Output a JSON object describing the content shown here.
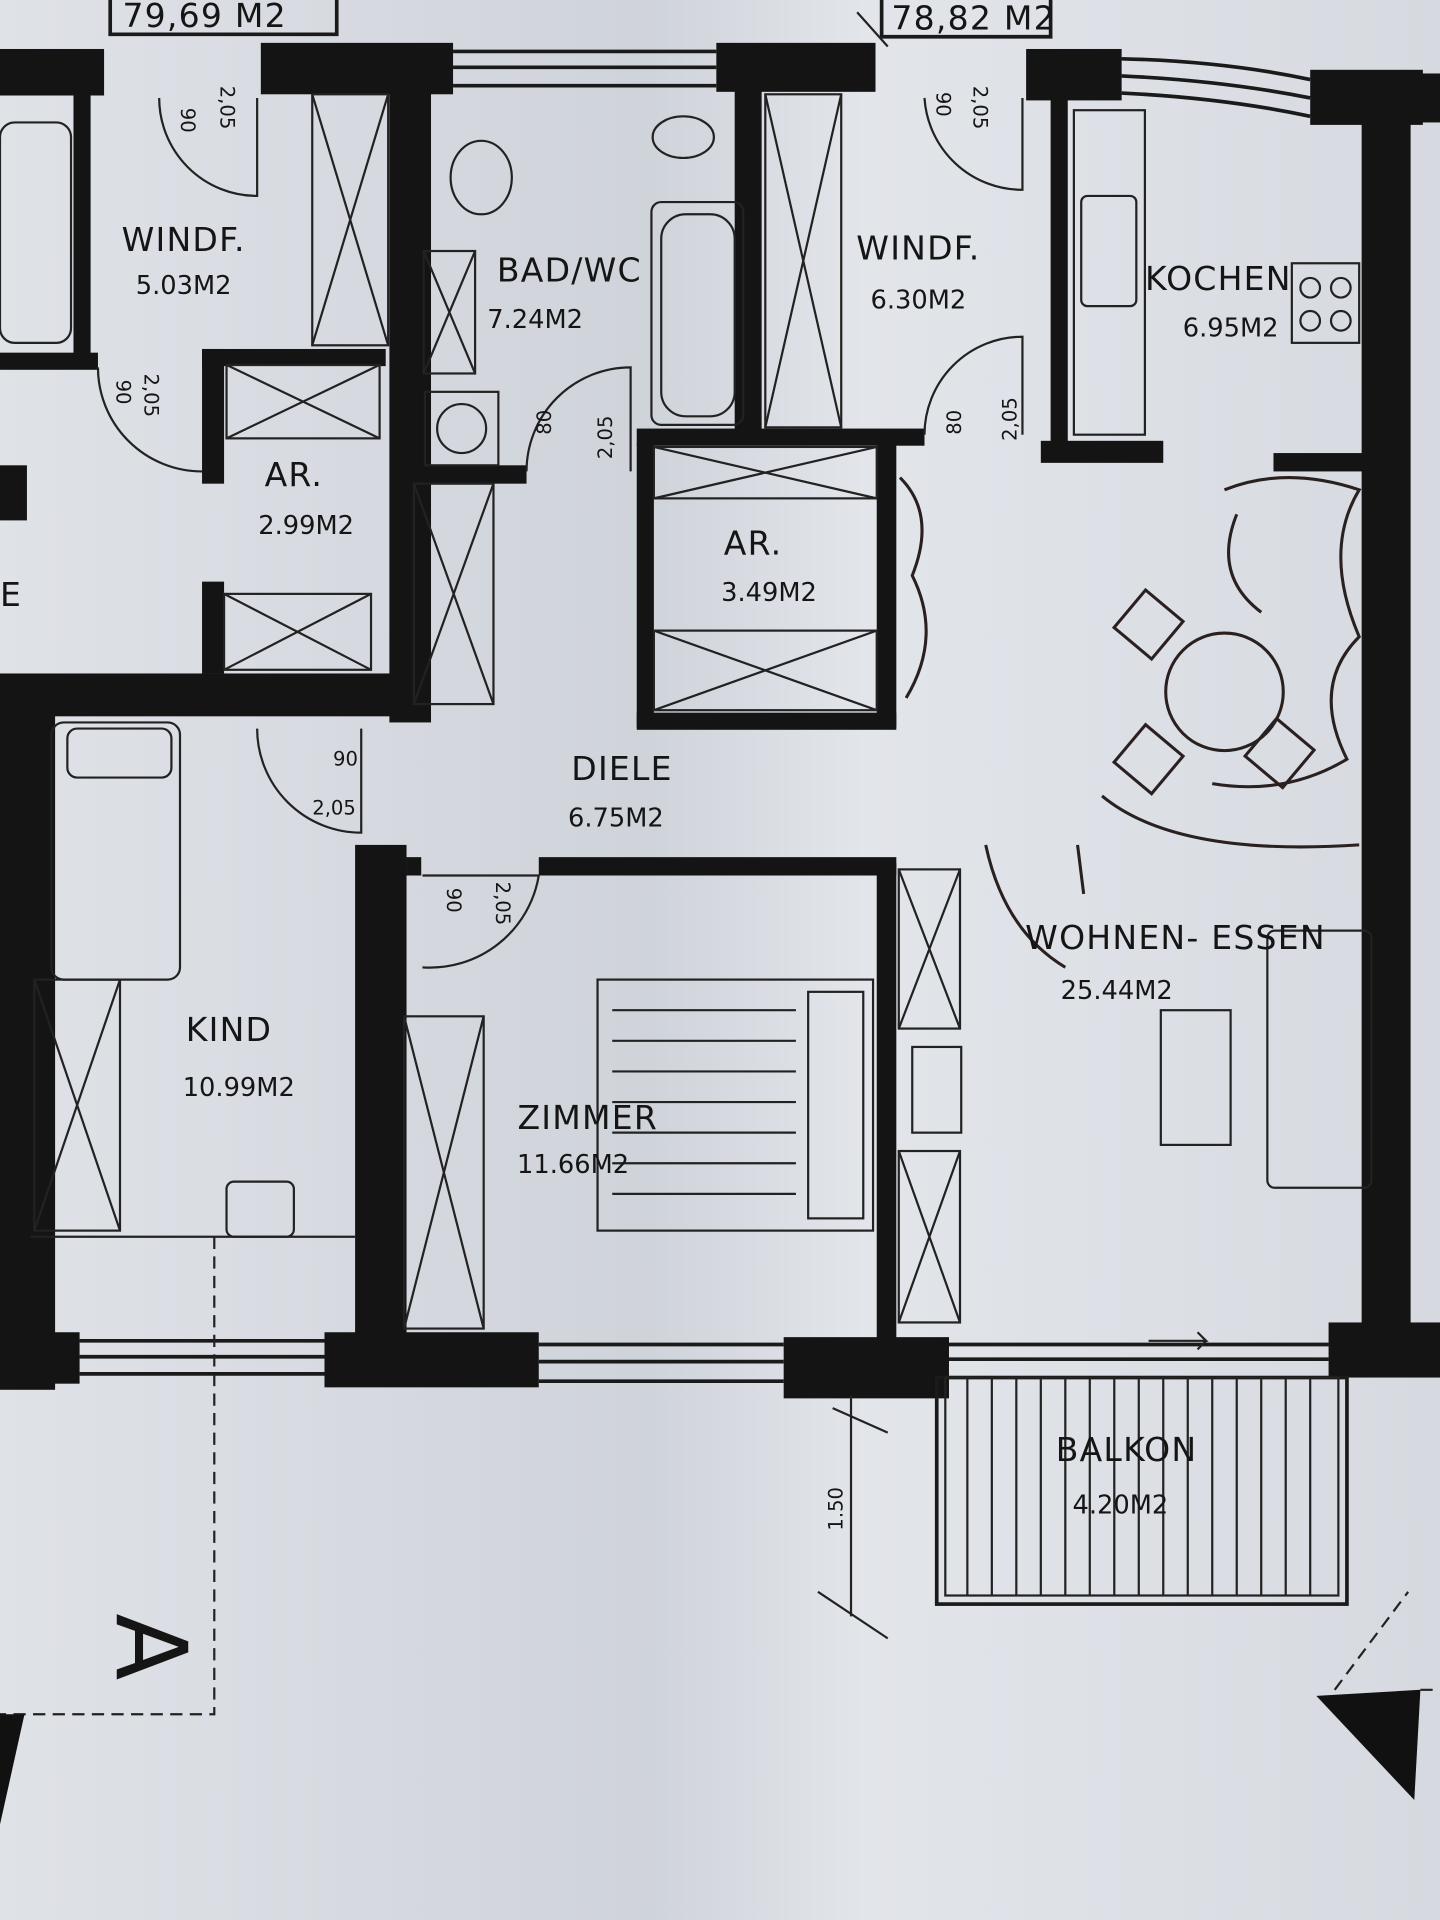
{
  "plan": {
    "unit_totals": [
      "79,69 M2",
      "78,82 M2"
    ],
    "rooms": [
      {
        "name": "WINDF.",
        "area": "5.03M2"
      },
      {
        "name": "BAD/WC",
        "area": "7.24M2"
      },
      {
        "name": "WINDF.",
        "area": "6.30M2"
      },
      {
        "name": "KOCHEN",
        "area": "6.95M2"
      },
      {
        "name": "AR.",
        "area": "2.99M2"
      },
      {
        "name": "AR.",
        "area": "3.49M2"
      },
      {
        "name": "DIELE",
        "area": "6.75M2"
      },
      {
        "name": "KIND",
        "area": "10.99M2"
      },
      {
        "name": "ZIMMER",
        "area": "11.66M2"
      },
      {
        "name": "WOHNEN- ESSEN",
        "area": "25.44M2"
      },
      {
        "name": "BALKON",
        "area": "4.20M2"
      }
    ],
    "door_width": "90",
    "door_height": "2,05",
    "door_width_small": "80",
    "balcony_depth": "1.50",
    "section_marker": "A",
    "edge_label": "E"
  }
}
